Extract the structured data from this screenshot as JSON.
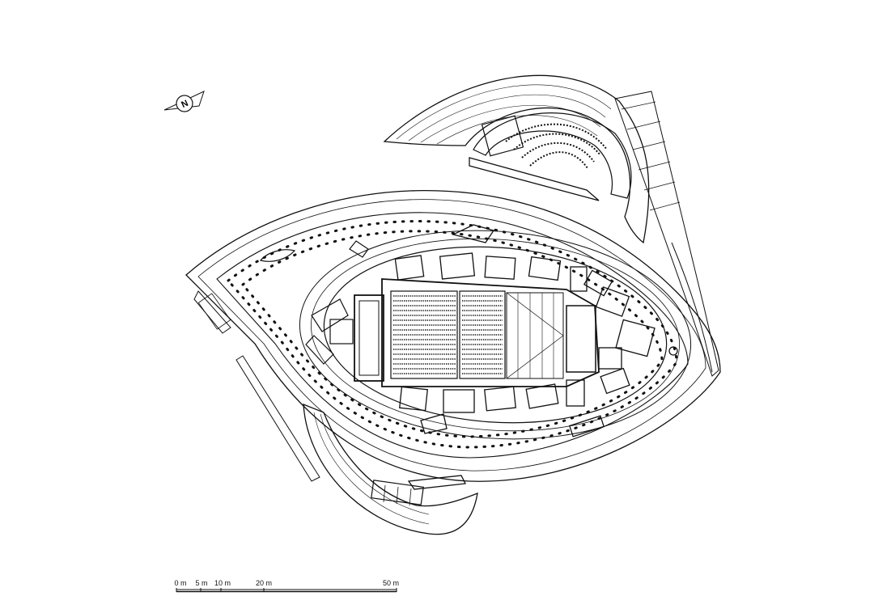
{
  "north_arrow": {
    "letter": "N",
    "icon": "north-arrow-icon"
  },
  "scale_bar": {
    "labels": [
      "0 m",
      "5 m",
      "10 m",
      "20 m",
      "50 m"
    ]
  },
  "colors": {
    "line": "#111111",
    "background": "#ffffff"
  }
}
